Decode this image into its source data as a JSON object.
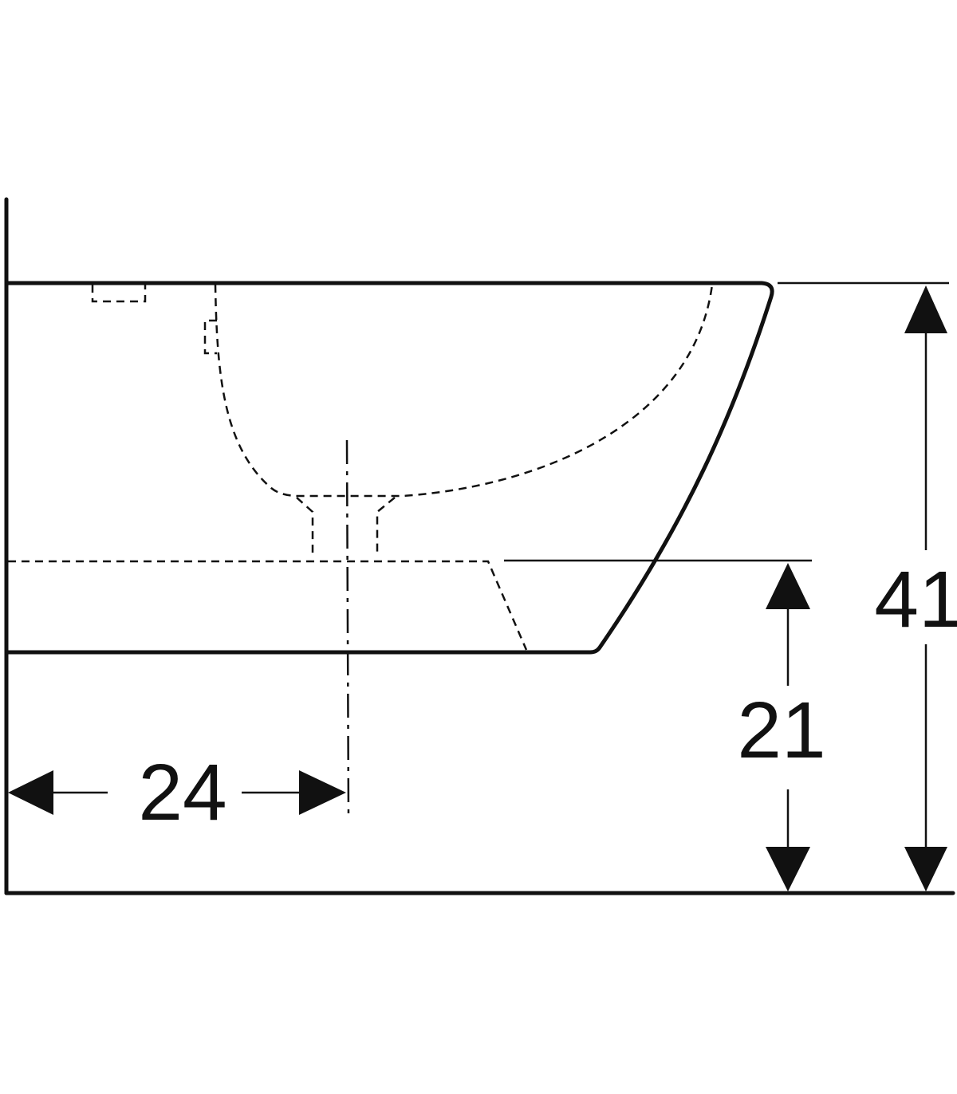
{
  "diagram": {
    "colors": {
      "line": "#111111",
      "background": "#ffffff"
    },
    "dimensions": {
      "overall_height": "41",
      "rim_height": "21",
      "axis_distance": "24"
    }
  }
}
